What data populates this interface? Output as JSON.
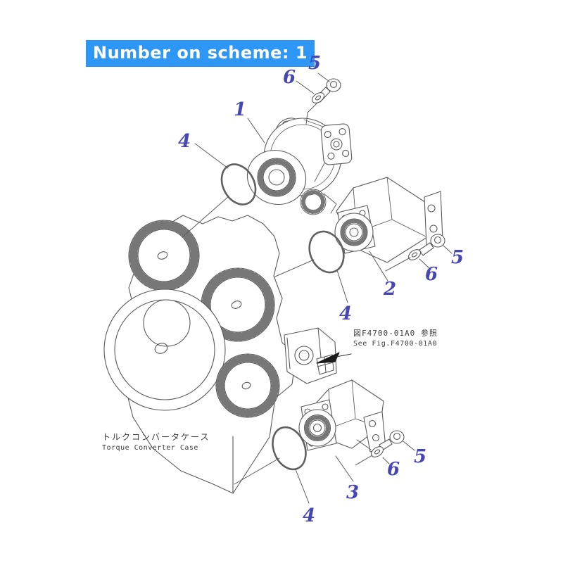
{
  "title": {
    "text": "Number on scheme: 1"
  },
  "callouts": [
    {
      "part": "hydraulic-pump-1",
      "text": "1"
    },
    {
      "part": "o-ring-top",
      "text": "4"
    },
    {
      "part": "bolt-top",
      "text": "5"
    },
    {
      "part": "washer-top",
      "text": "6"
    },
    {
      "part": "hydraulic-pump-2",
      "text": "2"
    },
    {
      "part": "o-ring-middle",
      "text": "4"
    },
    {
      "part": "bolt-middle",
      "text": "5"
    },
    {
      "part": "washer-middle",
      "text": "6"
    },
    {
      "part": "hydraulic-pump-3",
      "text": "3"
    },
    {
      "part": "o-ring-bottom",
      "text": "4"
    },
    {
      "part": "bolt-bottom",
      "text": "5"
    },
    {
      "part": "washer-bottom",
      "text": "6"
    }
  ],
  "case_caption": {
    "jp": "トルクコンバータケース",
    "en": "Torque Converter Case"
  },
  "reference_note": {
    "jp": "図F4700-01A0 参照",
    "en": "See Fig.F4700-01A0"
  },
  "colors": {
    "highlight_bg": "#2e96f5",
    "highlight_text": "#ffffff",
    "callout_text": "#4647b2",
    "drawing_line": "#5b5b5b",
    "caption_text": "#3d3d3d",
    "arrow": "#1a1a1a"
  }
}
